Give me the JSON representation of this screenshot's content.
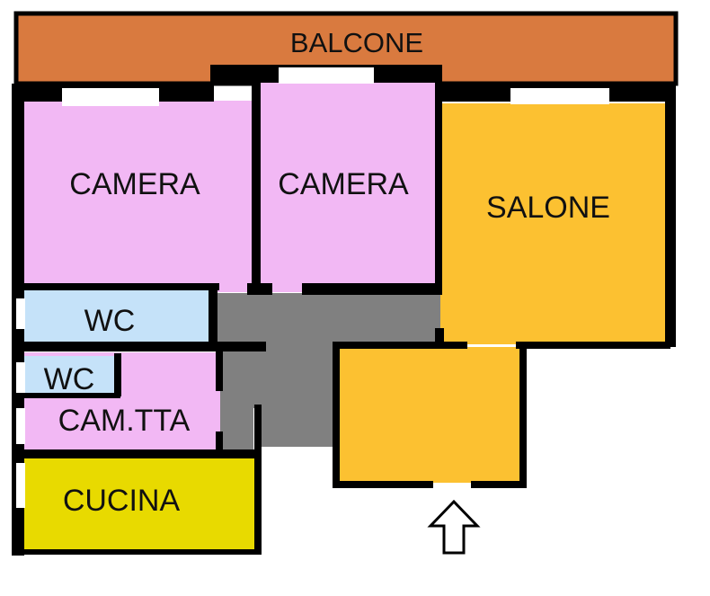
{
  "plan": {
    "rooms": {
      "balcone": {
        "label": "BALCONE",
        "color": "#d97a3f"
      },
      "camera_left": {
        "label": "CAMERA",
        "color": "#f2b8f4"
      },
      "camera_right": {
        "label": "CAMERA",
        "color": "#f2b8f4"
      },
      "salone": {
        "label": "SALONE",
        "color": "#fcc131"
      },
      "wc_top": {
        "label": "WC",
        "color": "#c5e2f9"
      },
      "wc_small": {
        "label": "WC",
        "color": "#c5e2f9"
      },
      "camerette": {
        "label": "CAM.TTA",
        "color": "#f2b8f4"
      },
      "cucina": {
        "label": "CUCINA",
        "color": "#e8da00"
      },
      "ingresso": {
        "label": "",
        "color": "#fcc131"
      },
      "corridoio": {
        "label": "",
        "color": "#808080"
      }
    },
    "wall_color": "#000000",
    "window_color": "#ffffff",
    "entrance_arrow": "up-arrow-icon"
  }
}
